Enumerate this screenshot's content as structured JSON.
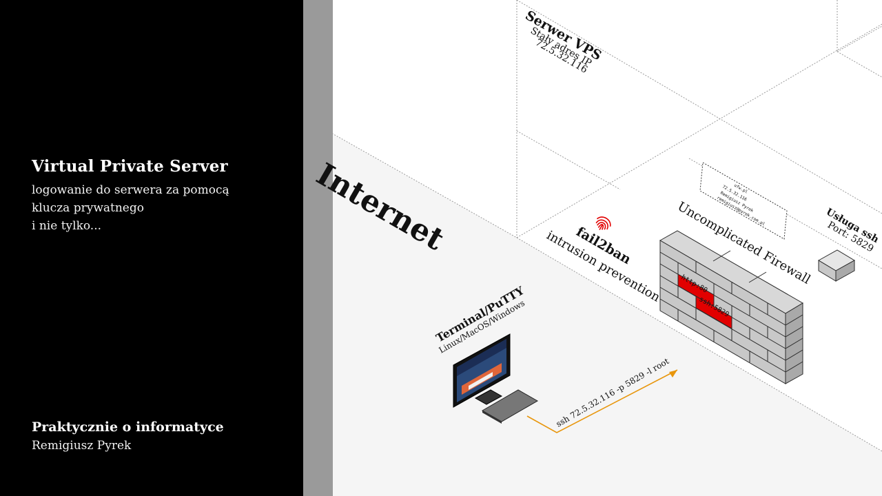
{
  "sidebar": {
    "title": "Virtual Private Server",
    "subtitle_lines": [
      "logowanie do serwera za pomocą",
      "klucza prywatnego",
      "i nie tylko..."
    ],
    "brand": "Praktycznie o informatyce",
    "author": "Remigiusz Pyrek"
  },
  "diagram": {
    "internet_label": "Internet",
    "server": {
      "title": "Serwer VPS",
      "line1": "Stały adres IP",
      "ip": "72.5.32.116"
    },
    "fail2ban": {
      "title": "fail2ban",
      "subtitle": "intrusion prevention"
    },
    "ufw": {
      "title": "ufw",
      "subtitle": "Uncomplicated Firewall",
      "rule1": "http:80",
      "rule2": "ssh:5829"
    },
    "ufw_card_lines": [
      "ufw.pl",
      "72.5.32.116",
      "Remigiusz Pyrek",
      "remigiusz@pyrek.com.pl"
    ],
    "ssh_service": {
      "title": "Usługa ssh",
      "port": "Port: 5829"
    },
    "terminal": {
      "title": "Terminal/PuTTY",
      "subtitle": "Linux/MacOS/Windows"
    },
    "command": "ssh 72.5.32.116 -p 5829 -l root",
    "colors": {
      "accent_arrow": "#e8960c",
      "rule_red": "#e20000",
      "brick": "#c8c8c8"
    }
  }
}
